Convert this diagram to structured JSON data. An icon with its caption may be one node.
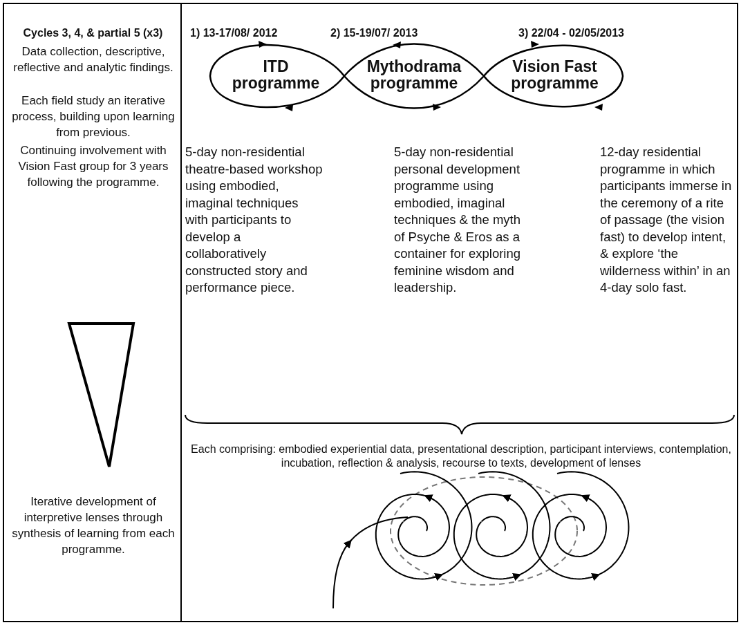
{
  "diagram": {
    "nodes": [
      {
        "text": [
          "ITD programme"
        ],
        "beside": [
          "1) 13-17/08/ 2012",
          "5-day non-residential theatre-based workshop using embodied, imaginal techniques with participants to develop a collaboratively constructed story and performance piece."
        ]
      },
      {
        "text": [
          "Mythodrama programme"
        ],
        "beside": [
          "2) 15-19/07/ 2013",
          "5-day non-residential personal development programme using embodied, imaginal techniques & the myth of Psyche & Eros as a container for exploring feminine wisdom and leadership."
        ]
      },
      {
        "text": [
          "Vision Fast programme"
        ],
        "beside": [
          "3) 22/04 - 02/05/2013",
          "12-day residential programme in which participants immerse in the ceremony of a rite of passage (the vision fast) to develop intent, & explore ‘the wilderness within’ in an 4-day solo fast."
        ]
      }
    ],
    "labels": [
      "Cycles 3, 4, & partial 5 (x3)",
      "Data collection, descriptive, reflective and analytic findings.",
      "Each field study an iterative process, building upon learning from previous.",
      "Continuing involvement with Vision Fast group for 3 years following the programme.",
      "Each comprising: embodied experiential data, presentational description, participant interviews, contemplation, incubation, reflection & analysis, recourse to texts, development of lenses",
      "Iterative development of interpretive lenses through synthesis of learning from each programme."
    ]
  }
}
